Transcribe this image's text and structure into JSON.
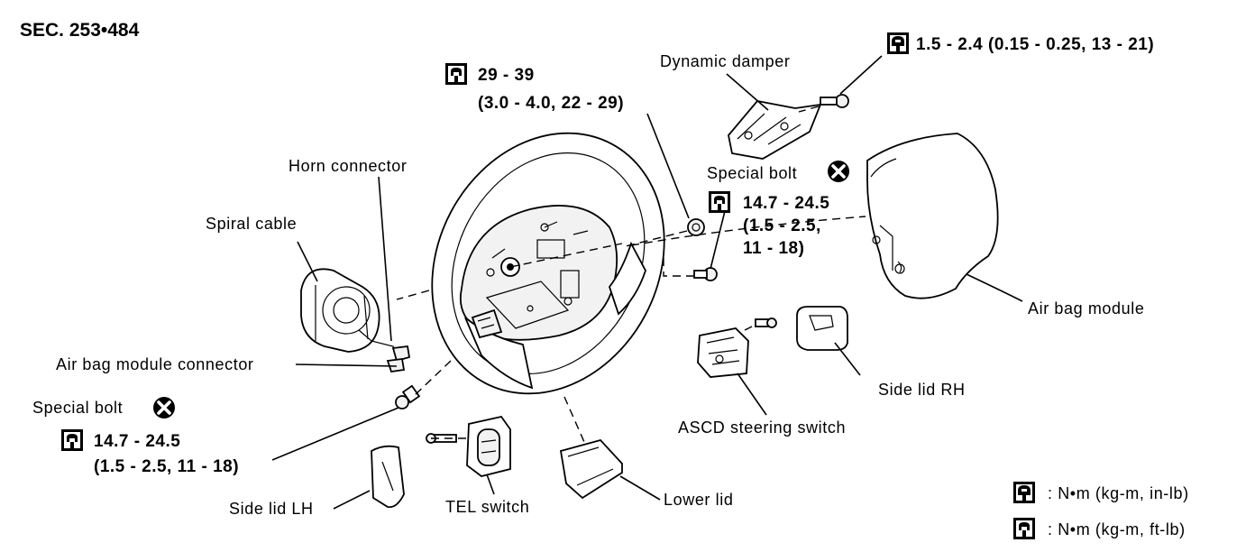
{
  "section": "SEC. 253•484",
  "labels": {
    "dynamic_damper": "Dynamic damper",
    "horn_connector": "Horn connector",
    "spiral_cable": "Spiral cable",
    "special_bolt": "Special bolt",
    "air_bag_module": "Air bag module",
    "air_bag_module_connector": "Air bag module connector",
    "side_lid_rh": "Side lid RH",
    "asc_switch": "ASCD steering switch",
    "side_lid_lh": "Side lid LH",
    "tel_switch": "TEL switch",
    "lower_lid": "Lower lid"
  },
  "torques": {
    "damper_bolt": "1.5 - 2.4 (0.15 - 0.25, 13 - 21)",
    "wheel_nut_line1": "29 - 39",
    "wheel_nut_line2": "(3.0 - 4.0, 22 - 29)",
    "special_bolt_right_line1": "14.7 - 24.5",
    "special_bolt_right_line2": "(1.5 - 2.5,",
    "special_bolt_right_line3": "11 - 18)",
    "special_bolt_left_line1": "14.7 - 24.5",
    "special_bolt_left_line2": "(1.5 - 2.5, 11 - 18)"
  },
  "legend": {
    "in_lb": ": N•m (kg-m, in-lb)",
    "ft_lb": ": N•m (kg-m, ft-lb)"
  },
  "icons": {
    "torque_in_lb": "torque-in-lb-icon",
    "torque_ft_lb": "torque-ft-lb-icon",
    "do_not_reuse": "do-not-reuse-x-icon"
  }
}
